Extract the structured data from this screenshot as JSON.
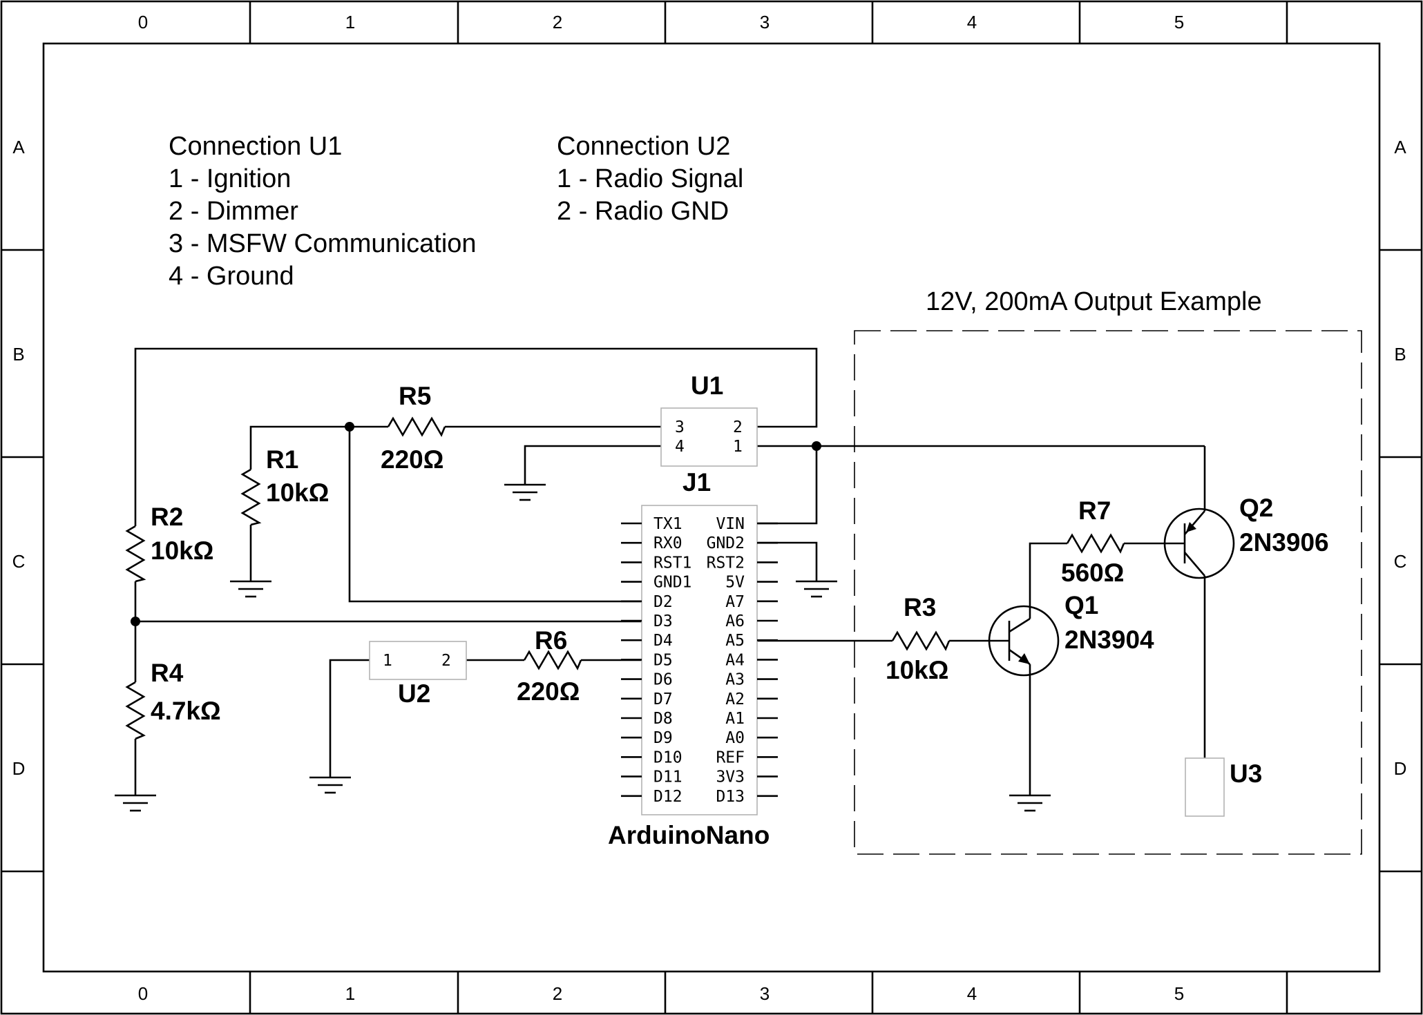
{
  "frame": {
    "columns": [
      "0",
      "1",
      "2",
      "3",
      "4",
      "5"
    ],
    "rows": [
      "A",
      "B",
      "C",
      "D"
    ]
  },
  "notes": {
    "u1_lines": [
      "Connection  U1",
      "1 - Ignition",
      "2 - Dimmer",
      "3 -  MSFW Communication",
      "4 - Ground"
    ],
    "u2_lines": [
      "Connection  U2",
      "1 - Radio Signal",
      "2 - Radio GND"
    ],
    "output_example": "12V,  200mA  Output  Example"
  },
  "components": {
    "R1": {
      "ref": "R1",
      "value": "10kΩ"
    },
    "R2": {
      "ref": "R2",
      "value": "10kΩ"
    },
    "R3": {
      "ref": "R3",
      "value": "10kΩ"
    },
    "R4": {
      "ref": "R4",
      "value": "4.7kΩ"
    },
    "R5": {
      "ref": "R5",
      "value": "220Ω"
    },
    "R6": {
      "ref": "R6",
      "value": "220Ω"
    },
    "R7": {
      "ref": "R7",
      "value": "560Ω"
    },
    "Q1": {
      "ref": "Q1",
      "value": "2N3904"
    },
    "Q2": {
      "ref": "Q2",
      "value": "2N3906"
    },
    "U1": {
      "ref": "U1",
      "pins": [
        "3",
        "2",
        "4",
        "1"
      ]
    },
    "U2": {
      "ref": "U2",
      "pins": [
        "1",
        "2"
      ]
    },
    "U3": {
      "ref": "U3"
    },
    "J1": {
      "ref": "J1",
      "value": "ArduinoNano",
      "left_pins": [
        "TX1",
        "RX0",
        "RST1",
        "GND1",
        "D2",
        "D3",
        "D4",
        "D5",
        "D6",
        "D7",
        "D8",
        "D9",
        "D10",
        "D11",
        "D12"
      ],
      "right_pins": [
        "VIN",
        "GND2",
        "RST2",
        "5V",
        "A7",
        "A6",
        "A5",
        "A4",
        "A3",
        "A2",
        "A1",
        "A0",
        "REF",
        "3V3",
        "D13"
      ]
    }
  }
}
